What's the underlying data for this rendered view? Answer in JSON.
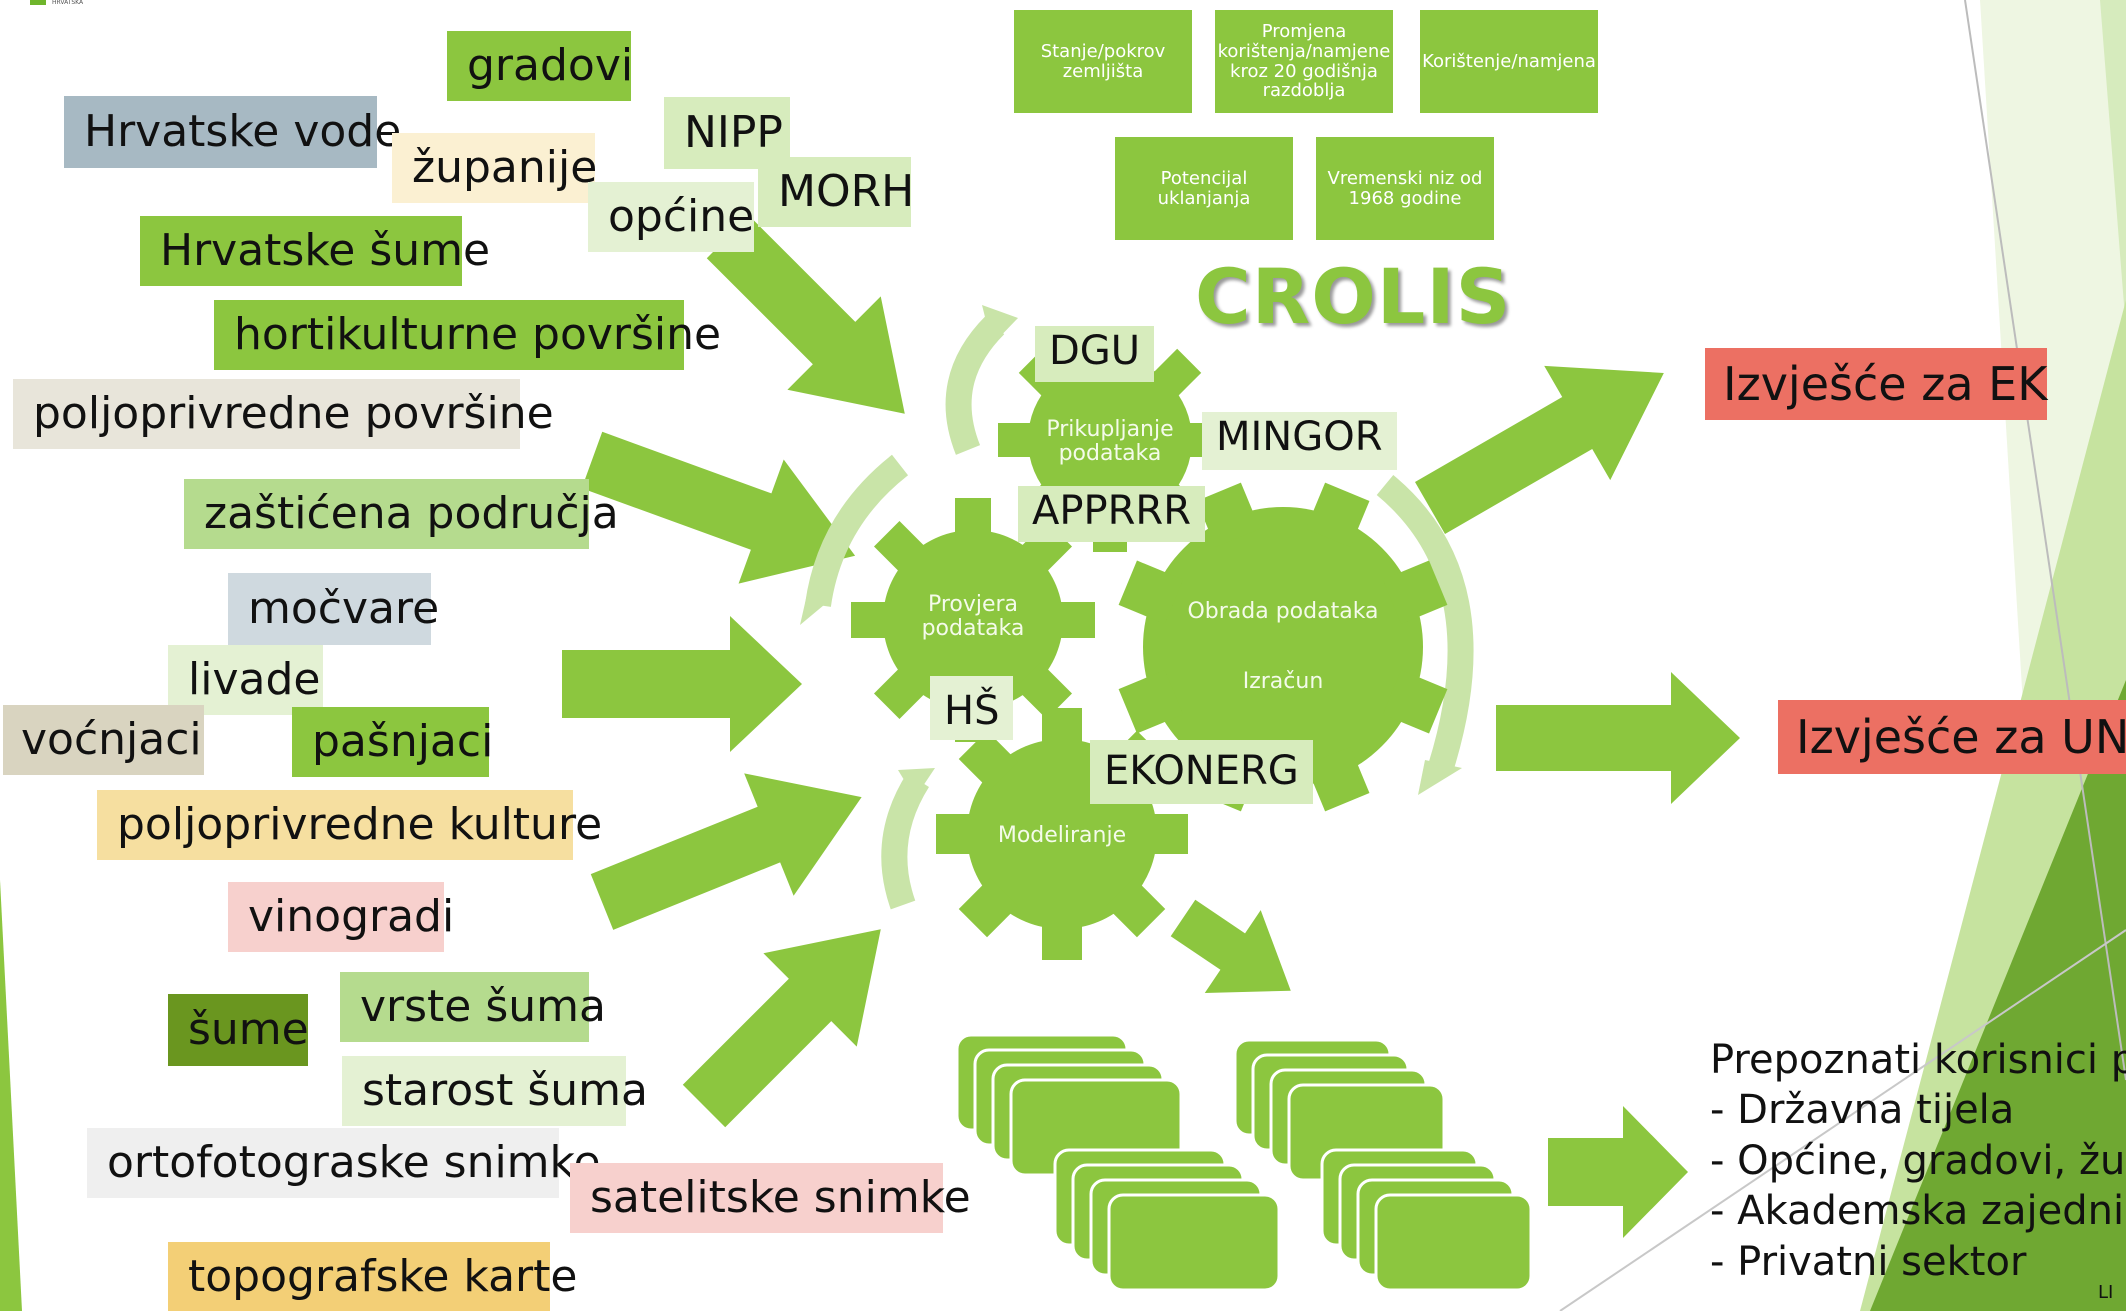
{
  "title": "CROLIS",
  "colors": {
    "accent": "#8cc63f",
    "dark_green": "#6a961f",
    "report_red": "#ec7063"
  },
  "top_boxes": [
    "Stanje/pokrov zemljišta",
    "Promjena korištenja/namjene kroz 20 godišnja razdoblja",
    "Korištenje/namjena",
    "Potencijal uklanjanja",
    "Vremenski niz od 1968 godine"
  ],
  "gears": {
    "collect": "Prikupljanje podataka",
    "verify": "Provjera podataka",
    "process": "Obrada podataka",
    "calc": "Izračun",
    "model": "Modeliranje"
  },
  "organizations": {
    "dgu": "DGU",
    "mingor": "MINGOR",
    "apprrr": "APPRRR",
    "hs": "HŠ",
    "ekonerg": "EKONERG"
  },
  "sources": {
    "gradovi": "gradovi",
    "hrvatske_vode": "Hrvatske vode",
    "nipp": "NIPP",
    "zupanije": "županije",
    "morh": "MORH",
    "opcine": "općine",
    "hrvatske_sume": "Hrvatske šume",
    "hortikulturne": "hortikulturne površine",
    "poljoprivredne_povrsine": "poljoprivredne površine",
    "zasticena": "zaštićena područja",
    "mocvare": "močvare",
    "livade": "livade",
    "vocnjaci": "voćnjaci",
    "pasnjaci": "pašnjaci",
    "poljoprivredne_kulture": "poljoprivredne kulture",
    "vinogradi": "vinogradi",
    "sume": "šume",
    "vrste_suma": "vrste šuma",
    "starost_suma": "starost šuma",
    "ortofoto": "ortofotograske snimke",
    "satelitske": "satelitske snimke",
    "topografske": "topografske karte"
  },
  "reports": {
    "ek": "Izvješće za EK",
    "un": "Izvješće za UN"
  },
  "users": {
    "heading": "Prepoznati korisnici po",
    "items": [
      "- Državna tijela",
      "- Općine, gradovi, žup",
      "- Akademska zajednica",
      "- Privatni sektor"
    ]
  },
  "corner_text": "LI"
}
